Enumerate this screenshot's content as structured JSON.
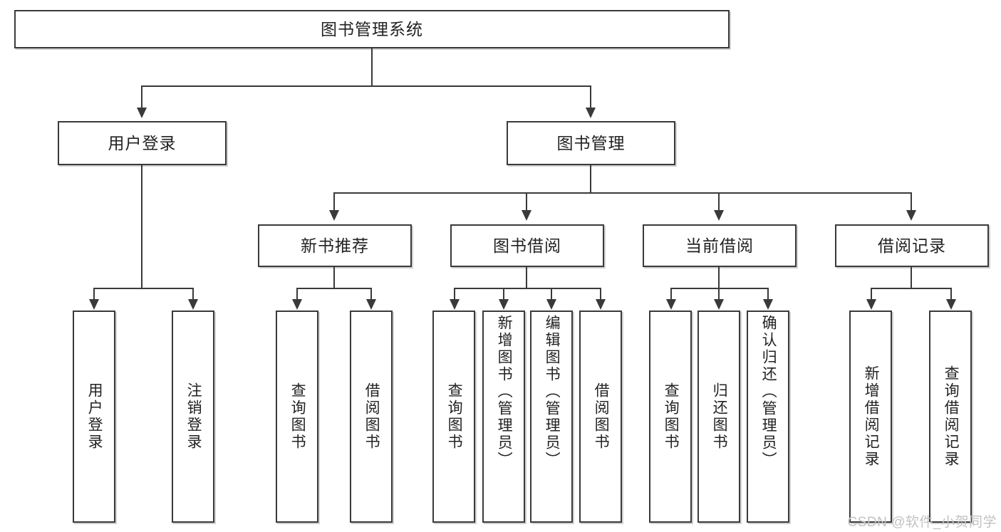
{
  "diagram": {
    "title": "图书管理系统",
    "type": "tree",
    "watermark": "CSDN @软件_小贺同学",
    "colors": {
      "box_border": "#3a3a3a",
      "box_fill": "#ffffff",
      "connector": "#3a3a3a",
      "text": "#222222",
      "watermark": "#c2c2c2",
      "background": "#ffffff"
    }
  },
  "nodes": {
    "root": {
      "label": "图书管理系统"
    },
    "level2": [
      {
        "id": "user-login",
        "label": "用户登录"
      },
      {
        "id": "book-management",
        "label": "图书管理"
      }
    ],
    "level3": [
      {
        "id": "new-book-recommend",
        "label": "新书推荐"
      },
      {
        "id": "book-borrow",
        "label": "图书借阅"
      },
      {
        "id": "current-borrow",
        "label": "当前借阅"
      },
      {
        "id": "borrow-record",
        "label": "借阅记录"
      }
    ],
    "leaves": {
      "user_login": [
        {
          "id": "leaf-user-login",
          "label": "用户登录"
        },
        {
          "id": "leaf-logout-login",
          "label": "注销登录"
        }
      ],
      "new_book_recommend": [
        {
          "id": "leaf-query-book-1",
          "label": "查询图书"
        },
        {
          "id": "leaf-borrow-book-1",
          "label": "借阅图书"
        }
      ],
      "book_borrow": [
        {
          "id": "leaf-query-book-2",
          "label": "查询图书"
        },
        {
          "id": "leaf-add-book",
          "label": "新增图书（管理员）"
        },
        {
          "id": "leaf-edit-book",
          "label": "编辑图书（管理员）"
        },
        {
          "id": "leaf-borrow-book-2",
          "label": "借阅图书"
        }
      ],
      "current_borrow": [
        {
          "id": "leaf-query-book-3",
          "label": "查询图书"
        },
        {
          "id": "leaf-return-book",
          "label": "归还图书"
        },
        {
          "id": "leaf-confirm-return",
          "label": "确认归还（管理员）"
        }
      ],
      "borrow_record": [
        {
          "id": "leaf-add-record",
          "label": "新增借阅记录"
        },
        {
          "id": "leaf-query-record",
          "label": "查询借阅记录"
        }
      ]
    }
  }
}
